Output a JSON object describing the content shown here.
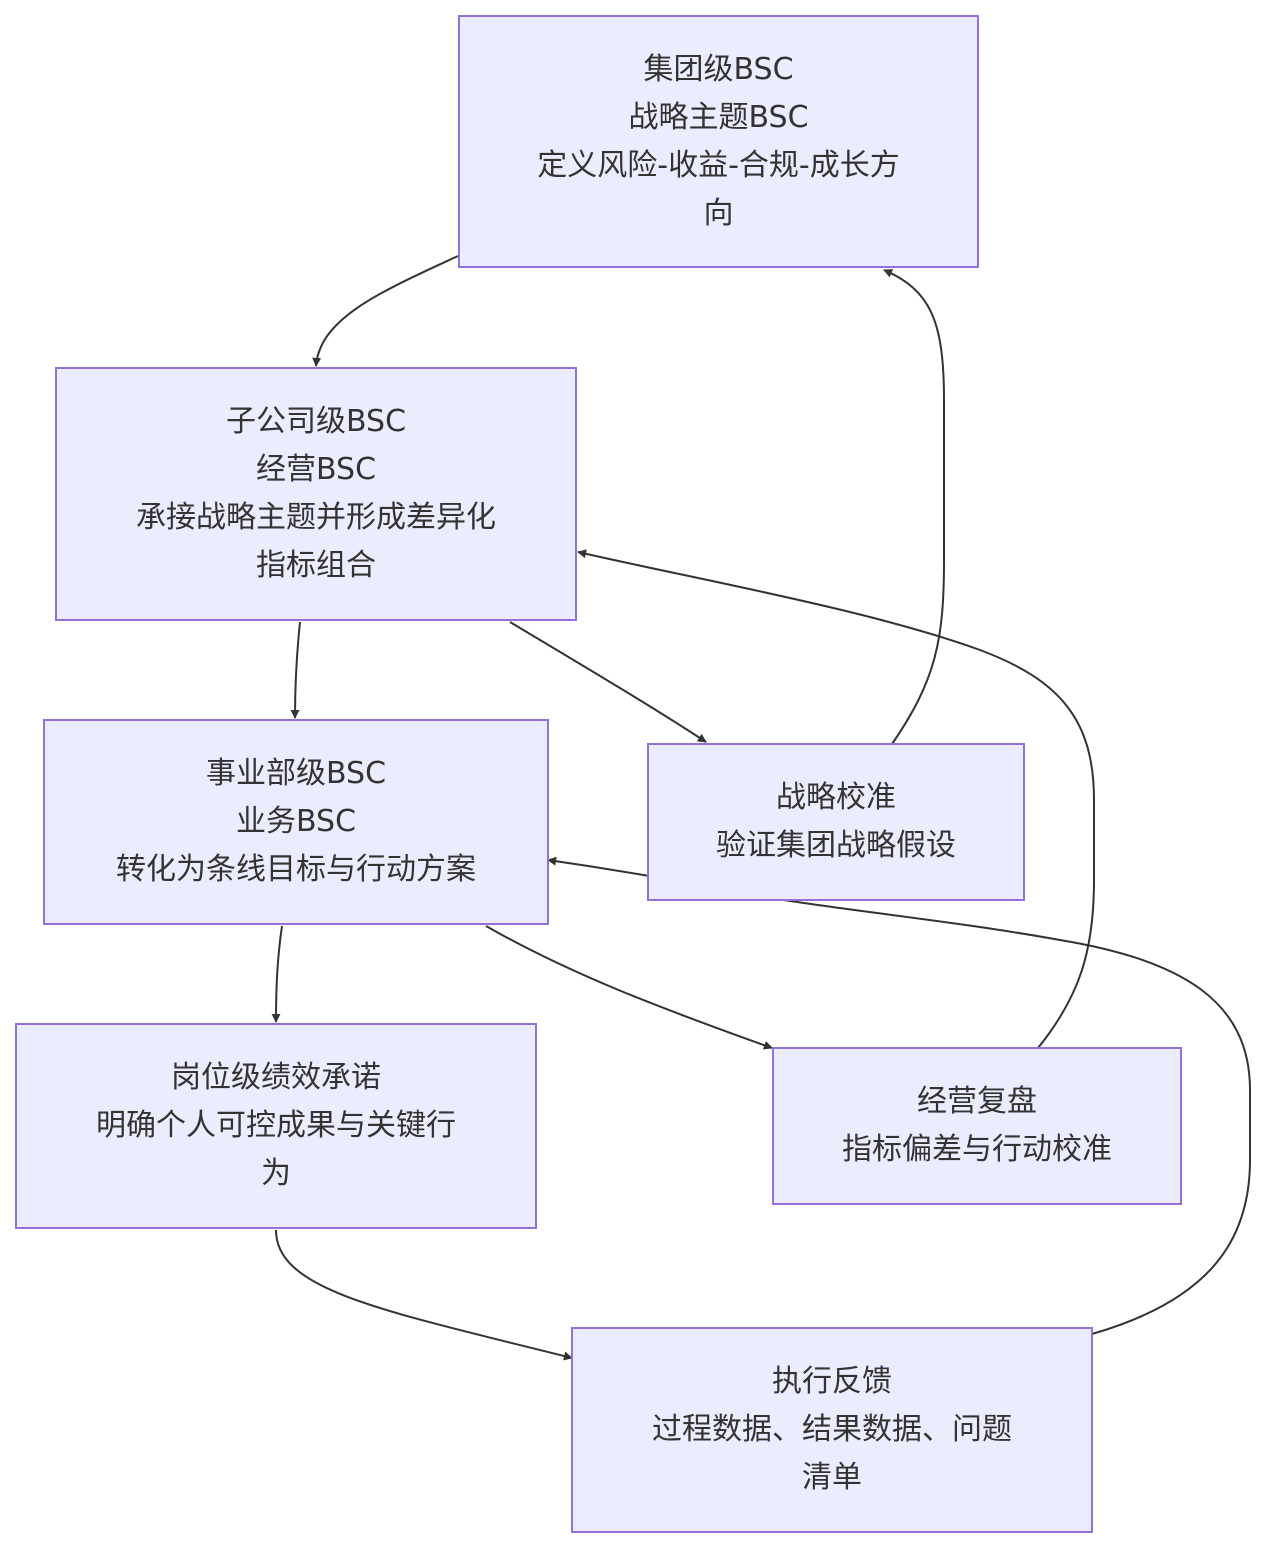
{
  "nodes": {
    "group": {
      "lines": [
        "集团级BSC",
        "战略主题BSC",
        "定义风险-收益-合规-成长方",
        "向"
      ]
    },
    "subsidiary": {
      "lines": [
        "子公司级BSC",
        "经营BSC",
        "承接战略主题并形成差异化",
        "指标组合"
      ]
    },
    "division": {
      "lines": [
        "事业部级BSC",
        "业务BSC",
        "转化为条线目标与行动方案"
      ]
    },
    "position": {
      "lines": [
        "岗位级绩效承诺",
        "明确个人可控成果与关键行",
        "为"
      ]
    },
    "calibration": {
      "lines": [
        "战略校准",
        "验证集团战略假设"
      ]
    },
    "review": {
      "lines": [
        "经营复盘",
        "指标偏差与行动校准"
      ]
    },
    "feedback": {
      "lines": [
        "执行反馈",
        "过程数据、结果数据、问题",
        "清单"
      ]
    }
  },
  "colors": {
    "node_fill": "#ececff",
    "node_border": "#9370db",
    "edge": "#333333",
    "text": "#333333"
  }
}
